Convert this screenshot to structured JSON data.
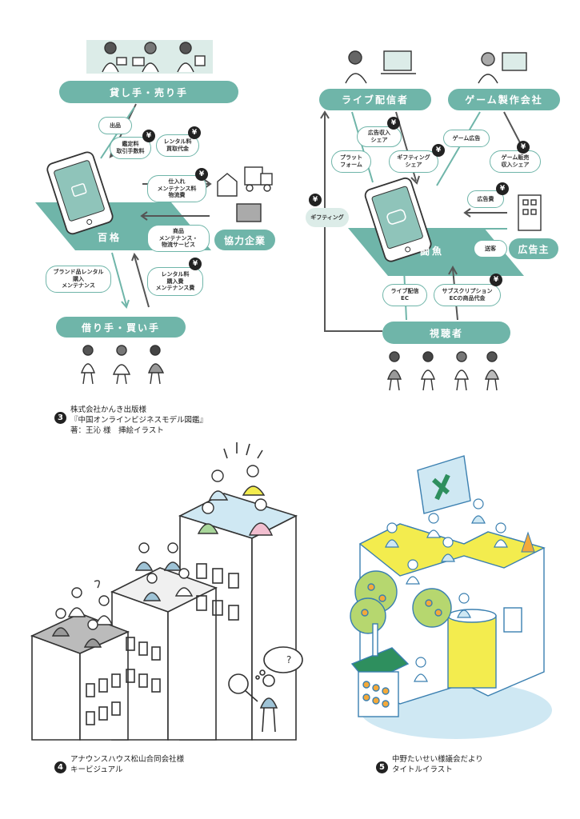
{
  "diagram1": {
    "top_box": "貸し手・売り手",
    "bottom_box": "借り手・買い手",
    "center_label": "百格",
    "partner_box": "協力企業",
    "bubbles": {
      "listing": "出品",
      "appraisal": "鑑定料\n取引手数料",
      "rental_fee": "レンタル料\n買取代金",
      "purchase": "仕入れ\nメンテナンス料\n物流費",
      "goods": "商品\nメンテナンス・\n物流サービス",
      "brand": "ブランド品レンタル\n購入\nメンテナンス",
      "rental_buy": "レンタル料\n購入費\nメンテナンス費"
    },
    "yen": "¥"
  },
  "diagram2": {
    "streamer_box": "ライブ配信者",
    "game_box": "ゲーム製作会社",
    "center_label": "闘魚",
    "advertiser_box": "広告主",
    "viewer_box": "視聴者",
    "bubbles": {
      "ad_share": "広告収入\nシェア",
      "platform": "プラット\nフォーム",
      "gifting_share": "ギフティング\nシェア",
      "game_ad": "ゲーム広告",
      "game_sales": "ゲーム販売\n収入シェア",
      "ad_fee": "広告費",
      "gifting": "ギフティング",
      "send": "送客",
      "live_ec": "ライブ配信\nEC",
      "subscription": "サブスクリプション\nECの商品代金"
    },
    "yen": "¥"
  },
  "captions": {
    "c3": {
      "number": "3",
      "lines": [
        "株式会社かんき出版様",
        "『中国オンラインビジネスモデル図鑑』",
        "著：王沁 様　挿絵イラスト"
      ]
    },
    "c4": {
      "number": "4",
      "lines": [
        "アナウンスハウス松山合同会社様",
        "キービジュアル"
      ]
    },
    "c5": {
      "number": "5",
      "lines": [
        "中野たいせい様議会だより",
        "タイトルイラスト"
      ]
    }
  },
  "colors": {
    "teal": "#6fb5a9",
    "light_teal": "#dcece8",
    "yellow": "#f3ec4e",
    "blue_light": "#cfe8f3",
    "dark": "#222222"
  }
}
